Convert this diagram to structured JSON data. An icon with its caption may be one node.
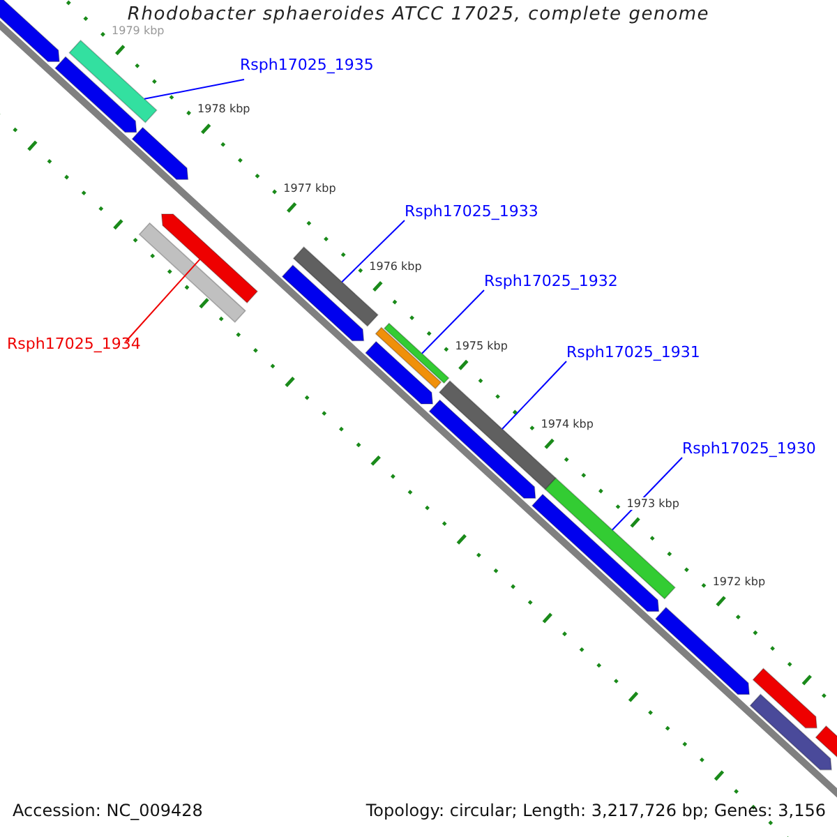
{
  "diagram": {
    "title": "Rhodobacter sphaeroides ATCC 17025, complete genome",
    "nodes": [
      {
        "text": [
          "Rsph17025_1935"
        ]
      },
      {
        "text": [
          "Rsph17025_1933"
        ]
      },
      {
        "text": [
          "Rsph17025_1932"
        ]
      },
      {
        "text": [
          "Rsph17025_1934"
        ]
      },
      {
        "text": [
          "Rsph17025_1931"
        ]
      },
      {
        "text": [
          "Rsph17025_1930"
        ]
      },
      {
        "text": [],
        "shape": "bar"
      },
      {
        "text": [],
        "shape": "arrow"
      },
      {
        "text": [],
        "shape": "arrow"
      },
      {
        "text": [],
        "shape": "arrow"
      },
      {
        "text": [],
        "shape": "bar"
      },
      {
        "text": [],
        "shape": "arrow"
      },
      {
        "text": [],
        "shape": "bar"
      },
      {
        "text": [],
        "shape": "arrow"
      },
      {
        "text": [],
        "shape": "bar"
      },
      {
        "text": [],
        "shape": "bar"
      },
      {
        "text": [],
        "shape": "arrow"
      },
      {
        "text": [],
        "shape": "bar"
      },
      {
        "text": [],
        "shape": "arrow"
      },
      {
        "text": [],
        "shape": "bar"
      },
      {
        "text": [],
        "shape": "arrow"
      },
      {
        "text": [],
        "shape": "arrow"
      },
      {
        "text": [],
        "shape": "arrow"
      },
      {
        "text": [],
        "shape": "arrow"
      },
      {
        "text": [],
        "shape": "arrow"
      }
    ],
    "edges": [
      {
        "from": 0,
        "to": 6,
        "arrow": "none"
      },
      {
        "from": 1,
        "to": 12,
        "arrow": "none"
      },
      {
        "from": 2,
        "to": 15,
        "arrow": "none"
      },
      {
        "from": 3,
        "to": 11,
        "arrow": "none",
        "color": "#ee0000"
      },
      {
        "from": 4,
        "to": 17,
        "arrow": "none"
      },
      {
        "from": 5,
        "to": 19,
        "arrow": "none"
      }
    ],
    "labels": [
      "1979 kbp",
      "1978 kbp",
      "1977 kbp",
      "1976 kbp",
      "1975 kbp",
      "1974 kbp",
      "1973 kbp",
      "1972 kbp",
      "Accession: NC_009428",
      "Topology: circular; Length: 3,217,726 bp; Genes: 3,156"
    ]
  }
}
